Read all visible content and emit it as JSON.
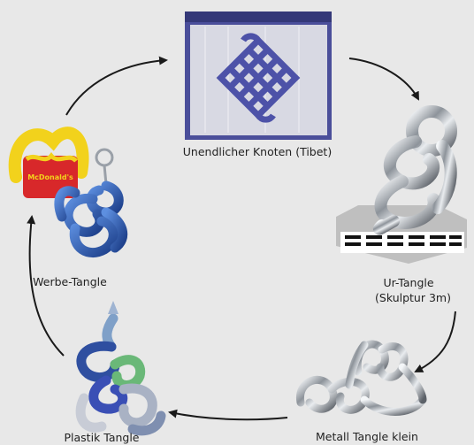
{
  "diagram": {
    "nodes": [
      {
        "id": "knot",
        "label": "Unendlicher Knoten (Tibet)"
      },
      {
        "id": "ur",
        "label": "Ur-Tangle",
        "sublabel": "(Skulptur 3m)"
      },
      {
        "id": "metall",
        "label": "Metall Tangle klein"
      },
      {
        "id": "plastik",
        "label": "Plastik Tangle"
      },
      {
        "id": "werbe",
        "label": "Werbe-Tangle",
        "logo_text": "McDonald's"
      }
    ],
    "colors": {
      "background": "#e8e8e8",
      "arrow": "#1a1a1a",
      "banner_border": "#4a4e9a",
      "knot": "#4d52a8",
      "chrome": "#9aa0a8",
      "blue_plastic": "#2c5fb3",
      "red": "#d8282a",
      "yellow": "#f2d21c"
    },
    "icons": [
      "endless-knot-icon",
      "sculpture-tangle-icon",
      "metal-tangle-icon",
      "plastic-tangle-icon",
      "promo-tangle-icon"
    ]
  }
}
